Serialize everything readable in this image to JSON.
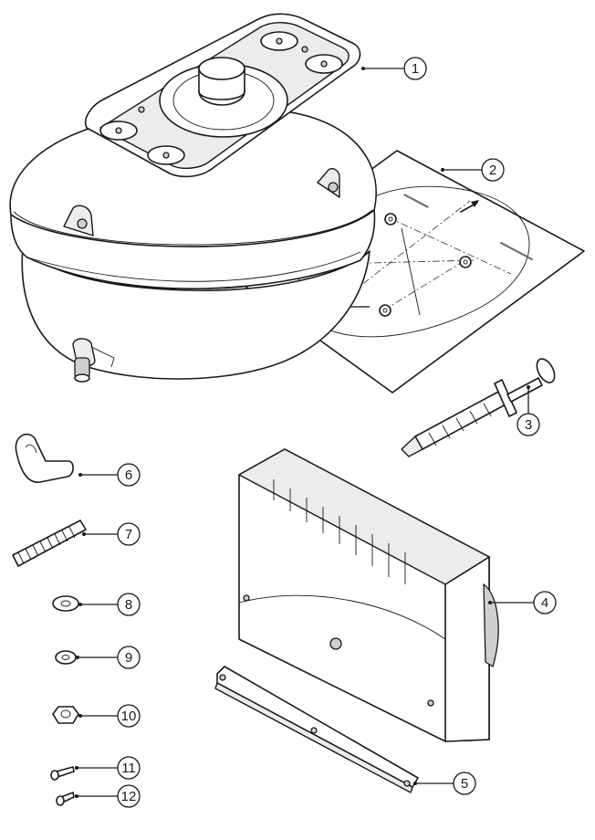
{
  "callouts": [
    {
      "label": "1",
      "part": "mounting-base"
    },
    {
      "label": "2",
      "part": "mounting-template"
    },
    {
      "label": "3",
      "part": "sealant-syringe"
    },
    {
      "label": "4",
      "part": "junction-box"
    },
    {
      "label": "5",
      "part": "mounting-bracket"
    },
    {
      "label": "6",
      "part": "cable-clip"
    },
    {
      "label": "7",
      "part": "threaded-stud"
    },
    {
      "label": "8",
      "part": "flat-washer"
    },
    {
      "label": "9",
      "part": "spring-washer"
    },
    {
      "label": "10",
      "part": "hex-nut"
    },
    {
      "label": "11",
      "part": "screw"
    },
    {
      "label": "12",
      "part": "screw"
    }
  ],
  "colors": {
    "line": "#1a1a1a",
    "fill": "#ffffff",
    "shade": "#ececec"
  }
}
